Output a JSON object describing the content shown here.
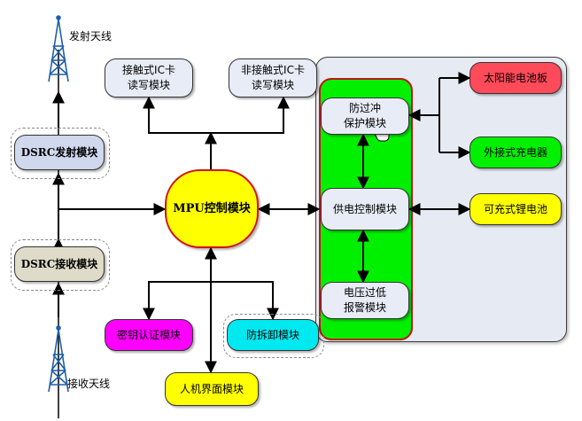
{
  "antennas": {
    "transmit_label": "发射天线",
    "receive_label": "接收天线"
  },
  "modules": {
    "dsrc_tx": "DSRC发射模块",
    "dsrc_rx": "DSRC接收模块",
    "contact_ic": "接触式IC卡\n读写模块",
    "contactless_ic": "非接触式IC卡\n读写模块",
    "mpu": "MPU控制模块",
    "key_auth": "密钥认证模块",
    "hmi": "人机界面模块",
    "anti_tamper": "防拆卸模块",
    "overcurrent": "防过冲\n保护模块",
    "power_ctrl": "供电控制模块",
    "low_voltage": "电压过低\n报警模块",
    "solar": "太阳能电池板",
    "ext_charger": "外接式充电器",
    "li_battery": "可充式锂电池"
  },
  "colors": {
    "mpu": "#ffff00",
    "mpu_border": "#d0141a",
    "power_group": "#00f000",
    "key_auth": "#ff00ff",
    "hmi": "#ffff00",
    "anti_tamper": "#00e8f0",
    "solar": "#ff4a5a",
    "ext_charger": "#00f000",
    "li_battery": "#ffff00",
    "dsrc_tx": "#cfd8ec",
    "dsrc_rx": "#dedcc8",
    "ic_modules": "#e8ecf6"
  }
}
